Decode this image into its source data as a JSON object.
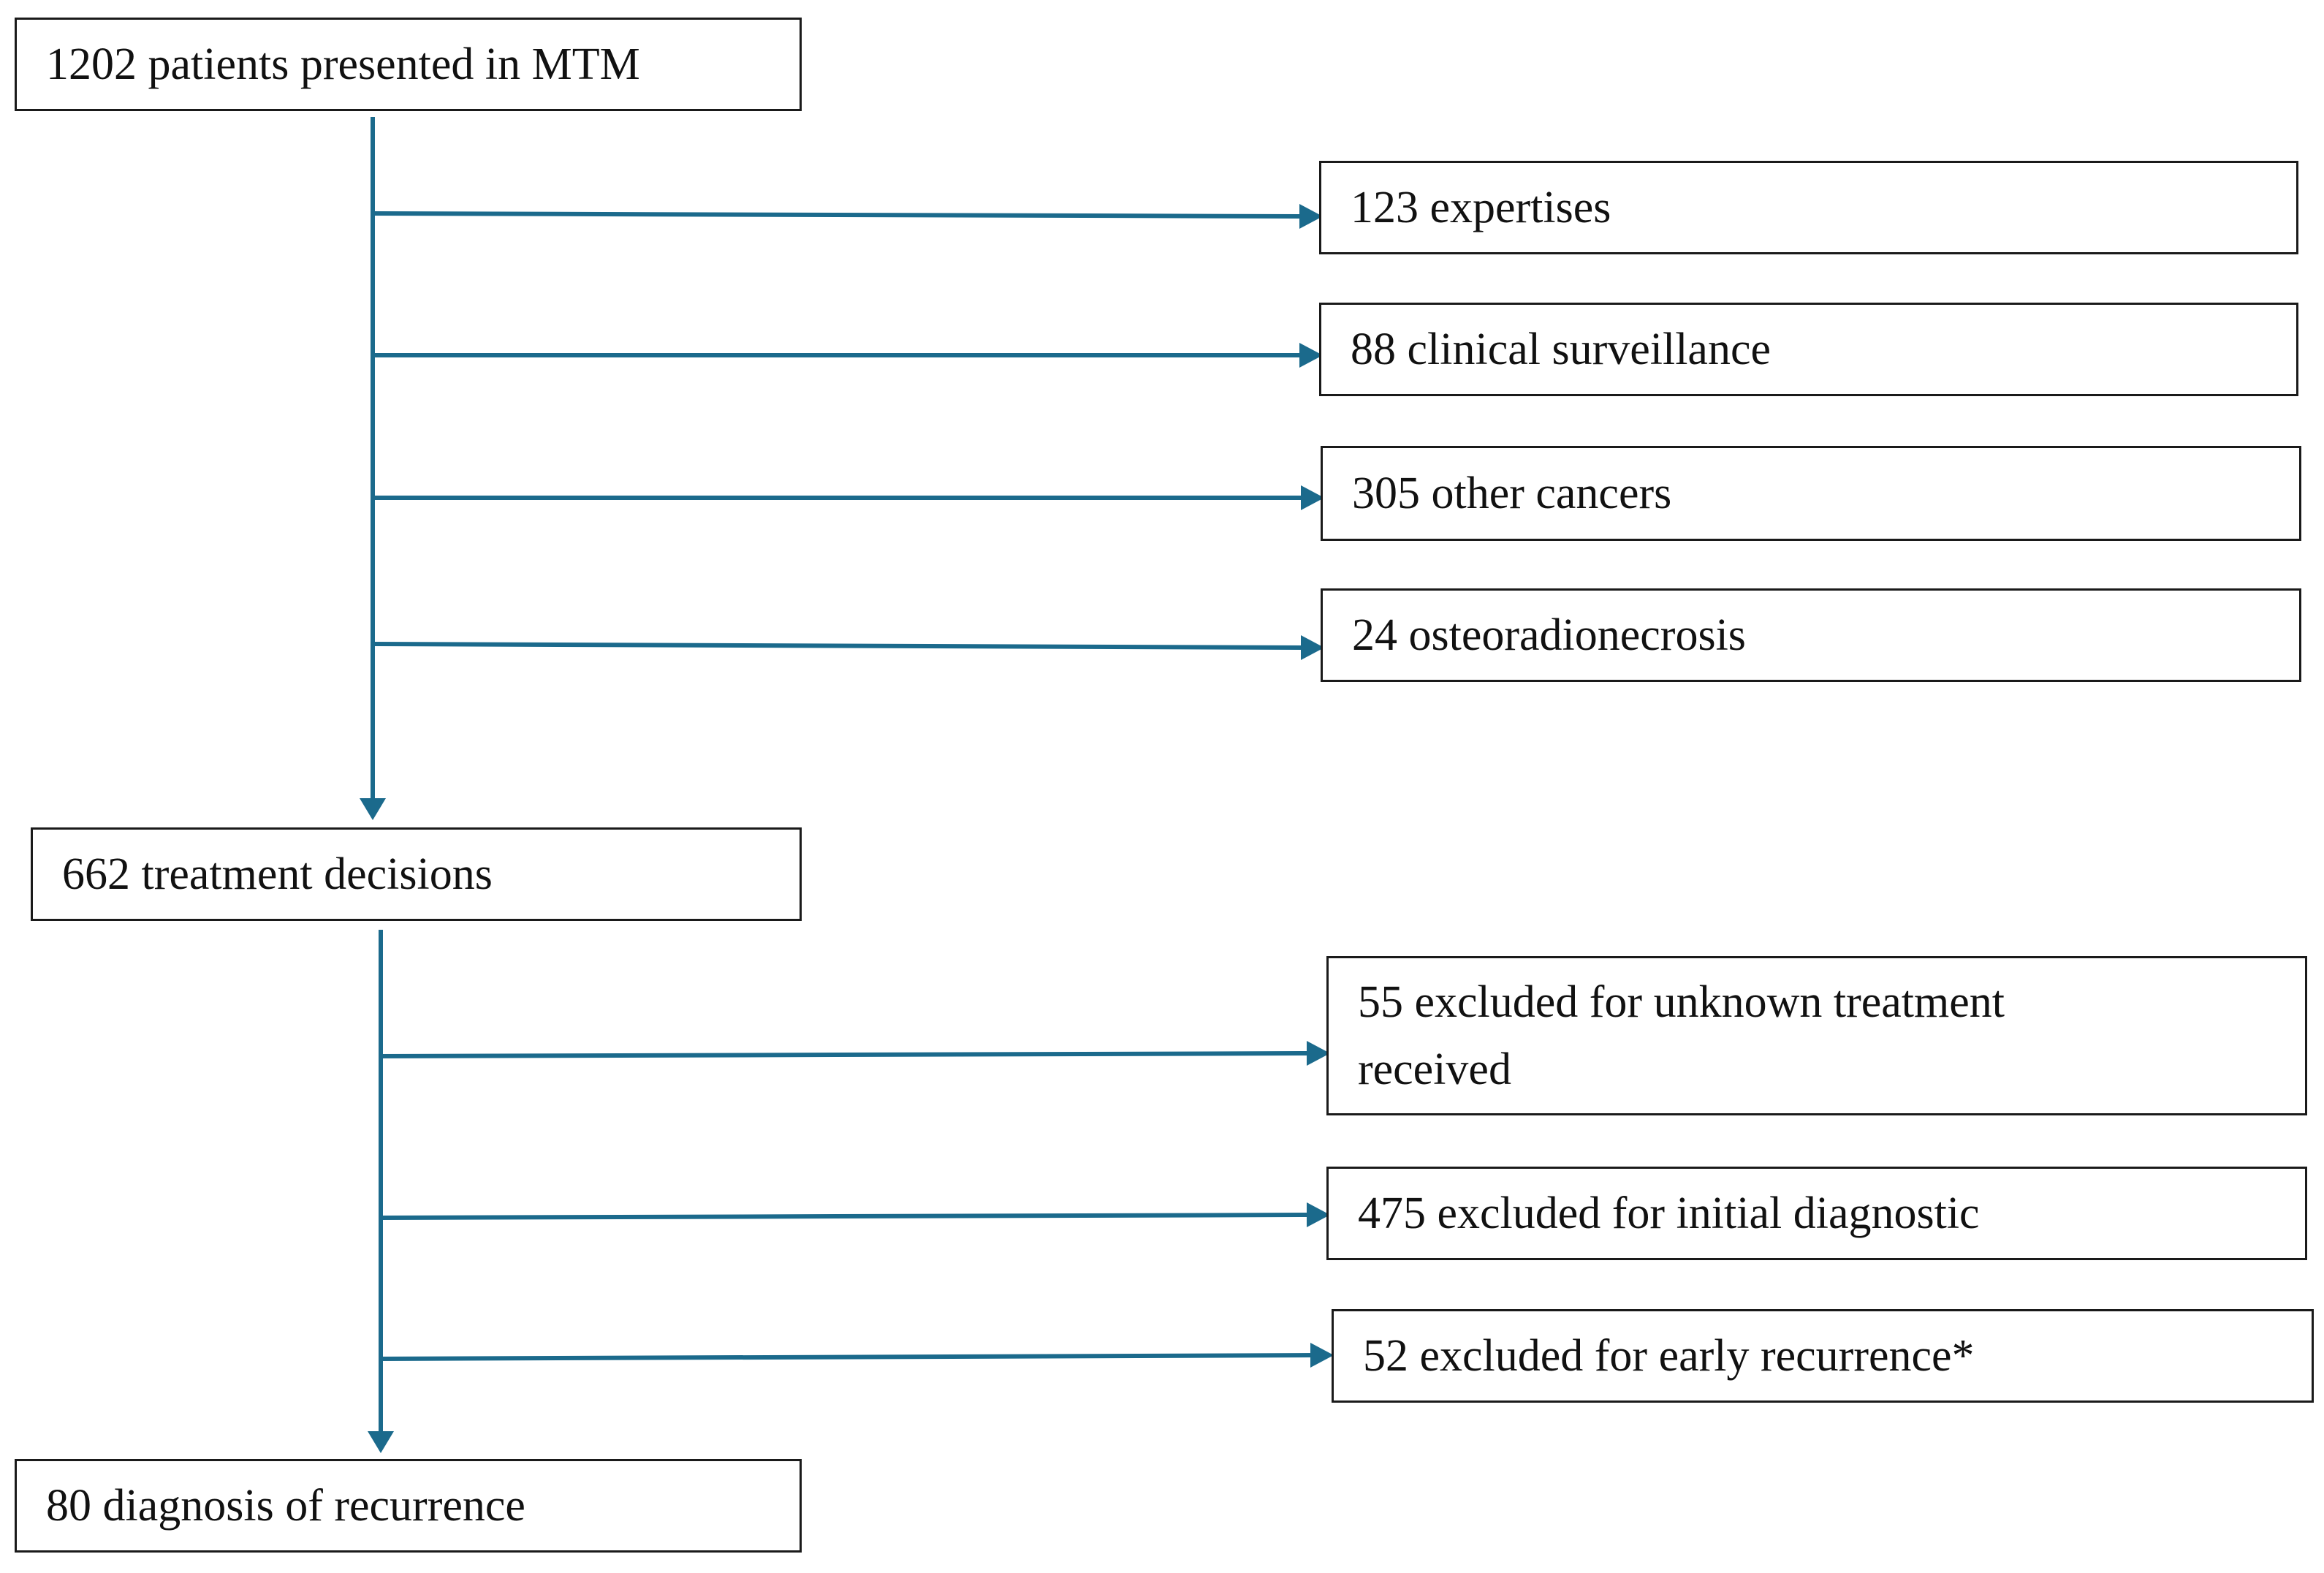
{
  "colors": {
    "arrow": "#1b6a8c",
    "box_border": "#1a1a1a",
    "text": "#111111"
  },
  "flow": {
    "stage1": {
      "label": "1202 patients presented in MTM",
      "exclusions": [
        {
          "label": "123 expertises"
        },
        {
          "label": "88 clinical surveillance"
        },
        {
          "label": "305 other cancers"
        },
        {
          "label": "24 osteoradionecrosis"
        }
      ]
    },
    "stage2": {
      "label": "662 treatment decisions",
      "exclusions": [
        {
          "label": "55 excluded for unknown treatment\nreceived"
        },
        {
          "label": "475 excluded for initial diagnostic"
        },
        {
          "label": "52 excluded for early recurrence*"
        }
      ]
    },
    "stage3": {
      "label": "80 diagnosis of recurrence"
    }
  }
}
